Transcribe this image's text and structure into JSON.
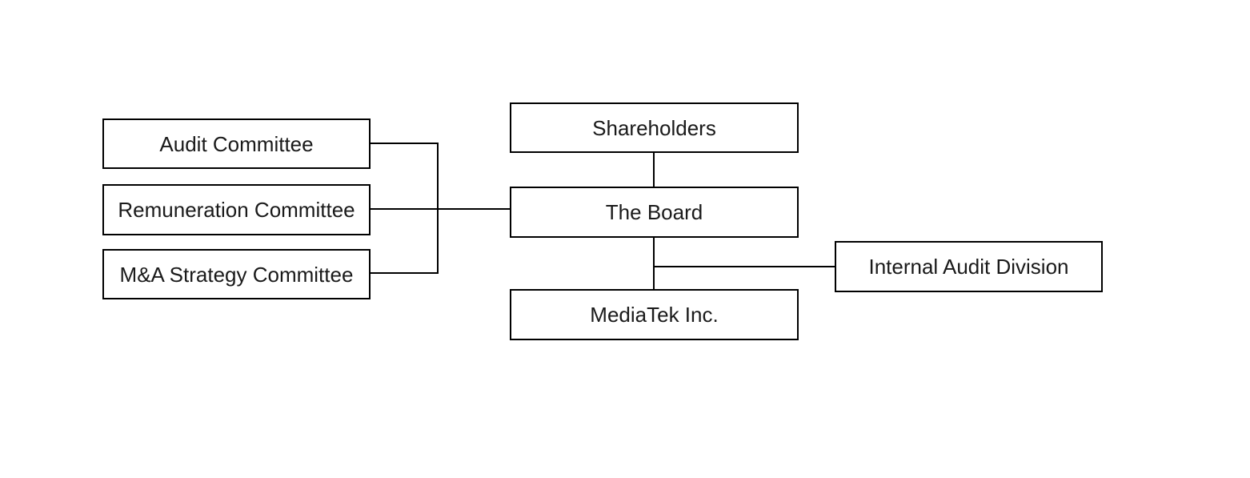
{
  "diagram": {
    "type": "org-chart",
    "colors": {
      "background": "#ffffff",
      "box_border": "#000000",
      "box_fill": "#ffffff",
      "text": "#1a1a1a",
      "connector": "#000000"
    },
    "nodes": {
      "shareholders": {
        "label": "Shareholders"
      },
      "board": {
        "label": "The Board"
      },
      "mediatek": {
        "label": "MediaTek Inc."
      },
      "internal_audit": {
        "label": "Internal Audit Division"
      },
      "audit": {
        "label": "Audit Committee"
      },
      "remuneration": {
        "label": "Remuneration Committee"
      },
      "ma_strategy": {
        "label": "M&A Strategy Committee"
      }
    },
    "edges": [
      {
        "from": "Shareholders",
        "to": "The Board"
      },
      {
        "from": "The Board",
        "to": "MediaTek Inc."
      },
      {
        "from": "The Board",
        "to": "Internal Audit Division"
      },
      {
        "from": "Audit Committee",
        "to": "The Board"
      },
      {
        "from": "Remuneration Committee",
        "to": "The Board"
      },
      {
        "from": "M&A Strategy Committee",
        "to": "The Board"
      }
    ]
  }
}
